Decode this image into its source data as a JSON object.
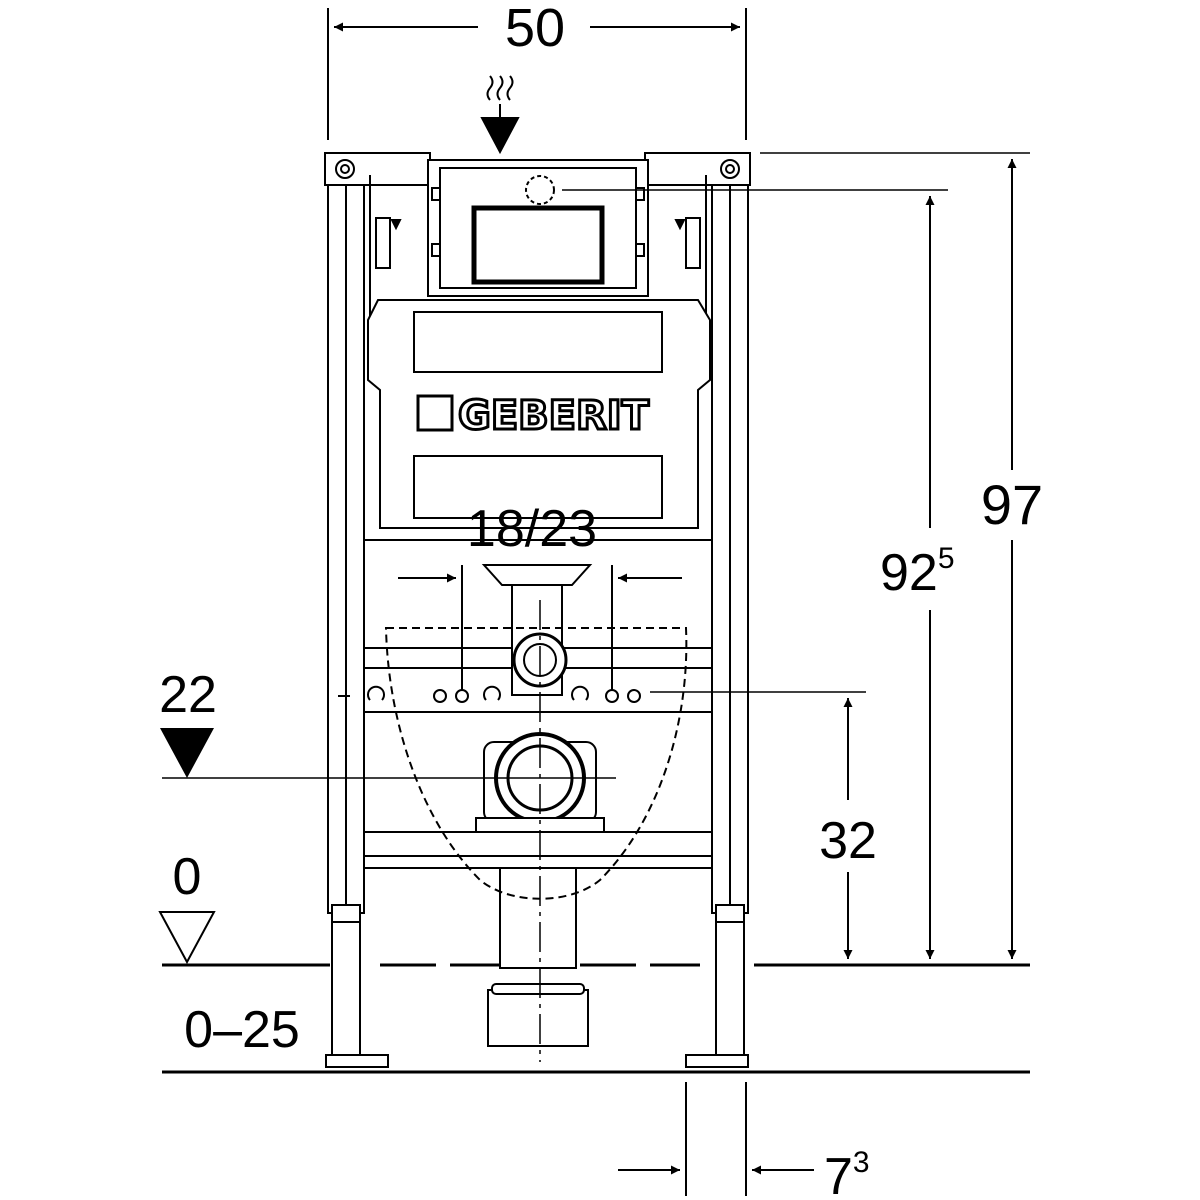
{
  "brand": "GEBERIT",
  "dimensions": {
    "width": "50",
    "height_total": "97",
    "height_inlet_main": "92",
    "height_inlet_sup": "5",
    "bolt_spacing": "18/23",
    "drain_height": "22",
    "bolt_height": "32",
    "floor_level": "0",
    "adjustment_range": "0–25",
    "foot_offset_main": "7",
    "foot_offset_sup": "3"
  },
  "colors": {
    "line": "#000000",
    "background": "#ffffff"
  }
}
